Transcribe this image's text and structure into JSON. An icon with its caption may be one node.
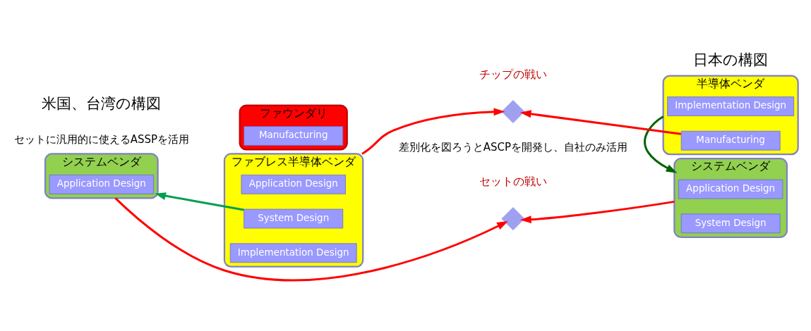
{
  "diagram": {
    "nodes": [
      {
        "text": [
          "システムベンダ"
        ]
      },
      {
        "text": [
          "Application Design"
        ],
        "in": 0
      },
      {
        "text": [
          "ファブレス半導体ベンダ"
        ]
      },
      {
        "text": [
          "Application Design"
        ],
        "in": 2
      },
      {
        "text": [
          "System Design"
        ],
        "in": 2
      },
      {
        "text": [
          "Implementation Design"
        ],
        "in": 2
      },
      {
        "text": [
          "ファウンダリ"
        ]
      },
      {
        "text": [
          "Manufacturing"
        ],
        "in": 6
      },
      {
        "text": [],
        "shape": "cross",
        "beside": [
          "セットの戦い"
        ]
      },
      {
        "text": [],
        "shape": "cross",
        "beside": [
          "チップの戦い"
        ]
      },
      {
        "text": [
          "システムベンダ"
        ]
      },
      {
        "text": [
          "Application Design"
        ],
        "in": 10
      },
      {
        "text": [
          "System Design"
        ],
        "in": 10
      },
      {
        "text": [
          "半導体ベンダ"
        ]
      },
      {
        "text": [
          "Implementation Design"
        ],
        "in": 13
      },
      {
        "text": [
          "Manufacturing"
        ],
        "in": 13
      }
    ],
    "edges": [
      {
        "from": 0,
        "to": 8,
        "arrow": "to",
        "color": "#ff0000"
      },
      {
        "from": 10,
        "to": 8,
        "arrow": "to",
        "color": "#ff0000"
      },
      {
        "from": 4,
        "to": 0,
        "arrow": "to",
        "color": "#00a050"
      },
      {
        "from": 2,
        "to": 9,
        "arrow": "to",
        "color": "#ff0000"
      },
      {
        "from": 15,
        "to": 9,
        "arrow": "to",
        "color": "#ff0000"
      },
      {
        "from": 13,
        "to": 10,
        "arrow": "to",
        "color": "#006400"
      }
    ],
    "labels": [
      "差別化を図ろうとASCPを開発し、自社のみ活用",
      "セットに汎用的に使えるASSPを活用",
      "米国、台湾の構図",
      "日本の構図"
    ]
  }
}
